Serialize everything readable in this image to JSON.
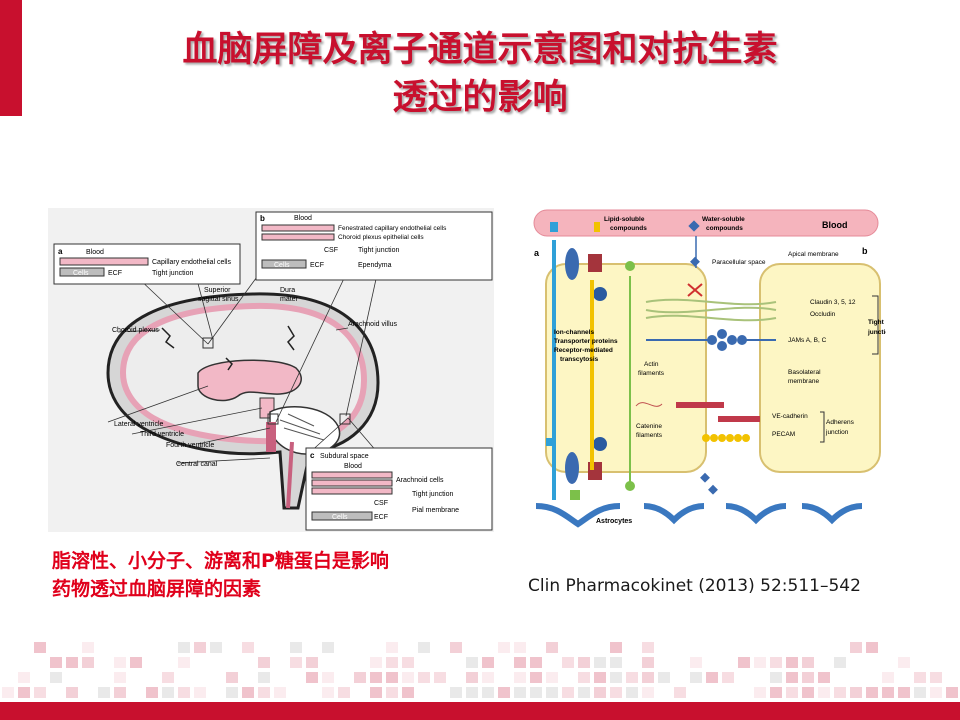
{
  "title": {
    "line1": "血脑屏障及离子通道示意图和对抗生素",
    "line2": "透过的影响"
  },
  "caption": {
    "line1": "脂溶性、小分子、游离和P糖蛋白是影响",
    "line2": "药物透过血脑屏障的因素"
  },
  "citation": "Clin Pharmacokinet (2013) 52:511–542",
  "colors": {
    "accent": "#c8102e",
    "caption": "#e0001b",
    "pink": "#f2b8c6",
    "yellow_cell": "#fdf6c4"
  },
  "left_figure": {
    "panel_a": {
      "letter": "a",
      "blood": "Blood",
      "cap_cells": "Capillary endothelial cells",
      "tight": "Tight junction",
      "cells": "Cells",
      "ecf": "ECF"
    },
    "panel_b": {
      "letter": "b",
      "blood": "Blood",
      "fenestrated": "Fenestrated capillary endothelial cells",
      "choroid_epi": "Choroid plexus epithelial cells",
      "csf": "CSF",
      "tight": "Tight junction",
      "cells": "Cells",
      "ecf": "ECF",
      "ependyma": "Ependyma"
    },
    "panel_c": {
      "letter": "c",
      "subdural": "Subdural space",
      "blood": "Blood",
      "arachnoid_cells": "Arachnoid cells",
      "csf": "CSF",
      "tight": "Tight junction",
      "cells": "Cells",
      "ecf": "ECF",
      "pial": "Pial membrane"
    },
    "labels": {
      "sss_1": "Superior",
      "sss_2": "sagittal sinus",
      "dura_1": "Dura",
      "dura_2": "mater",
      "choroid_plexus": "Choroid plexus",
      "arachnoid_villus": "Arachnoid villus",
      "lateral": "Lateral ventricle",
      "third": "Third ventricle",
      "fourth": "Fourth ventricle",
      "central": "Central canal"
    }
  },
  "right_figure": {
    "blood": "Blood",
    "lipid_1": "Lipid-soluble",
    "lipid_2": "compounds",
    "water_1": "Water-soluble",
    "water_2": "compounds",
    "letter_a": "a",
    "letter_b": "b",
    "paracellular": "Paracellular space",
    "apical": "Apical membrane",
    "claudin": "Claudin 3, 5, 12",
    "occludin": "Occludin",
    "jams": "JAMs A, B, C",
    "tight_1": "Tight",
    "tight_2": "junction",
    "ion_1": "Ion-channels",
    "ion_2": "Transporter proteins",
    "ion_3": "Receptor-mediated",
    "ion_4": "transcytosis",
    "actin_1": "Actin",
    "actin_2": "filaments",
    "basolateral_1": "Basolateral",
    "basolateral_2": "membrane",
    "catenine_1": "Catenine",
    "catenine_2": "filaments",
    "ve": "VE-cadherin",
    "pecam": "PECAM",
    "adherens_1": "Adherens",
    "adherens_2": "junction",
    "astrocytes": "Astrocytes"
  }
}
